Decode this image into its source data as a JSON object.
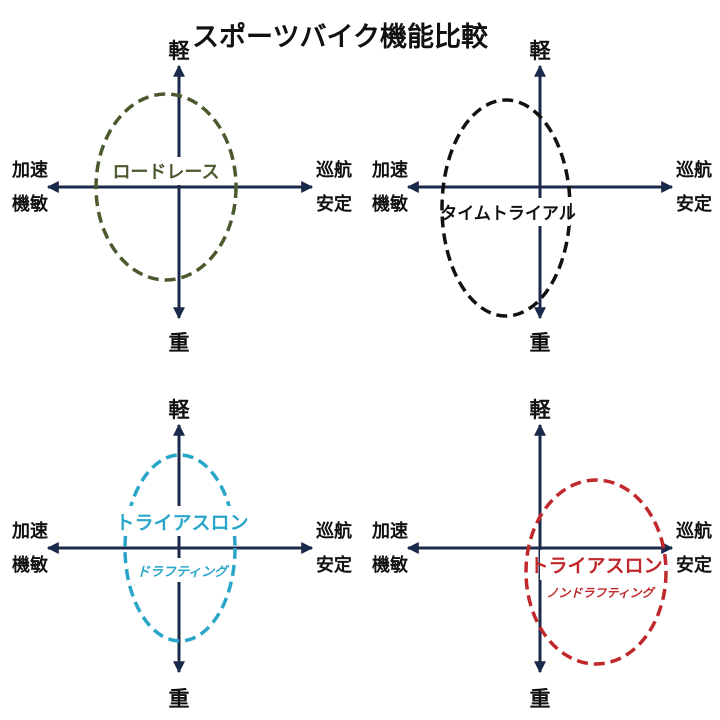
{
  "title": "スポーツバイク機能比較",
  "axis_labels": {
    "top": "軽",
    "bottom": "重",
    "left": [
      "加速",
      "機敏"
    ],
    "right": [
      "巡航",
      "安定"
    ]
  },
  "colors": {
    "axis": "#1b2a4a",
    "road": "#4b5a2e",
    "time_trial": "#111111",
    "triathlon_drafting": "#2aa6c8",
    "triathlon_non_drafting": "#c0282c"
  },
  "panels": [
    {
      "id": "road",
      "label_main": "ロードレース",
      "label_sub": "",
      "color_key": "road"
    },
    {
      "id": "time-trial",
      "label_main": "タイムトライアル",
      "label_sub": "",
      "color_key": "time_trial"
    },
    {
      "id": "triathlon-drafting",
      "label_main": "トライアスロン",
      "label_sub": "ドラフティング",
      "color_key": "triathlon_drafting"
    },
    {
      "id": "triathlon-non-drafting",
      "label_main": "トライアスロン",
      "label_sub": "ノンドラフティング",
      "color_key": "triathlon_non_drafting"
    }
  ]
}
